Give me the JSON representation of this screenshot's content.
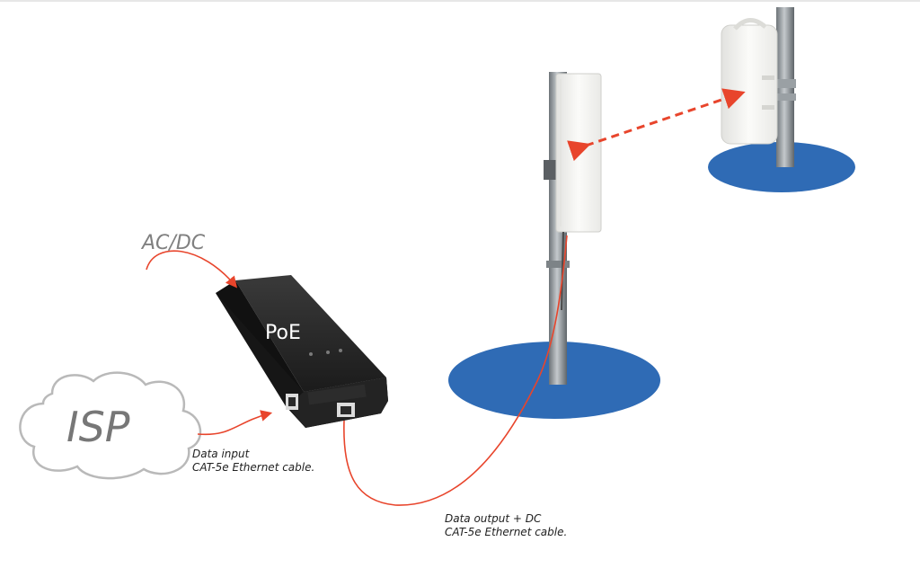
{
  "diagram": {
    "power_label": "AC/DC",
    "injector_label": "PoE",
    "source_label": "ISP",
    "input_cable": {
      "line1": "Data input",
      "line2": "CAT-5e Ethernet cable."
    },
    "output_cable": {
      "line1": "Data output + DC",
      "line2": "CAT-5e Ethernet cable."
    }
  },
  "colors": {
    "cable": "#e8452c",
    "ground_disc": "#2f6bb5",
    "poe_body": "#1e1e1e",
    "antenna": "#f4f4f2",
    "pole": "#8f969c",
    "link_arrow": "#e8452c"
  },
  "icons": [
    "cloud-icon",
    "poe-injector-icon",
    "antenna-icon",
    "pole-icon",
    "rj45-port-icon"
  ]
}
